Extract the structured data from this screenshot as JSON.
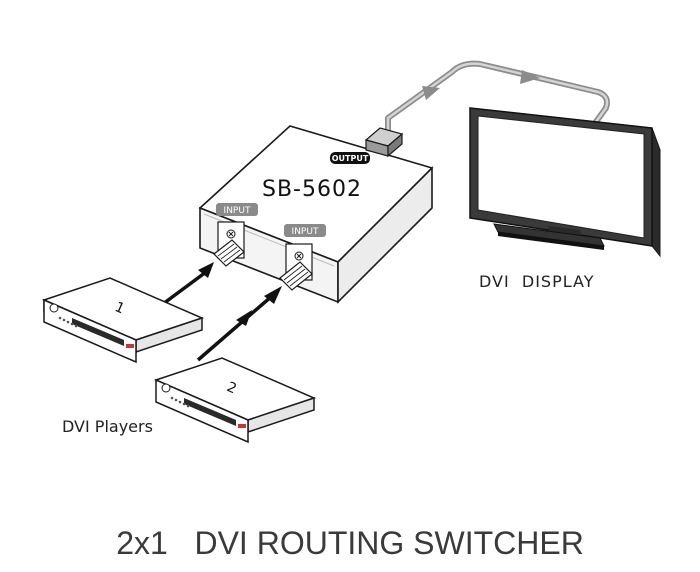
{
  "switcher": {
    "model": "SB-5602",
    "output_tag": "OUTPUT",
    "input_tag": "INPUT"
  },
  "display_label": "DVI  DISPLAY",
  "players": {
    "label": "DVI Players",
    "unit_numbers": [
      "1",
      "2"
    ]
  },
  "footer_title": "2x1   DVI ROUTING SWITCHER",
  "colors": {
    "outline": "#1a1a1a",
    "panel_dark": "#2a2a2a",
    "cable_gray": "#9a9a9a",
    "tag_bg": "#8a8a8a",
    "tag_text": "#ffffff",
    "title_text": "#333333",
    "badge_red": "#cc3333"
  }
}
